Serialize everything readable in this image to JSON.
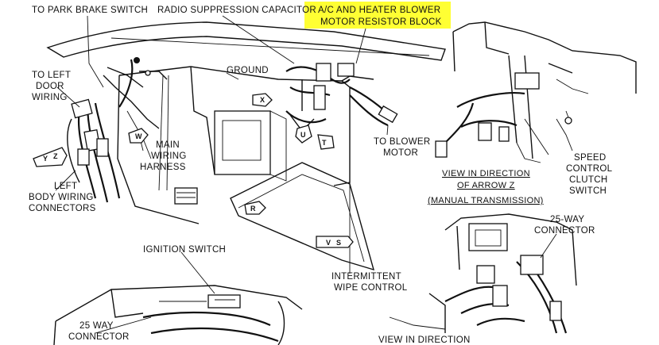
{
  "highlight": {
    "color": "#ffff33"
  },
  "labels": {
    "park_brake": "TO PARK BRAKE SWITCH",
    "radio_cap": "RADIO SUPPRESSION CAPACITOR",
    "ac_line1": "A/C AND HEATER BLOWER",
    "ac_line2": "MOTOR RESISTOR BLOCK",
    "ground": "GROUND",
    "left_door_1": "TO LEFT",
    "left_door_2": "DOOR",
    "left_door_3": "WIRING",
    "main_1": "MAIN",
    "main_2": "WIRING",
    "main_3": "HARNESS",
    "left_body_1": "LEFT",
    "left_body_2": "BODY WIRING",
    "left_body_3": "CONNECTORS",
    "blower_1": "TO BLOWER",
    "blower_2": "MOTOR",
    "view_z_1": "VIEW IN DIRECTION",
    "view_z_2": "OF ARROW Z",
    "view_z_3": "(MANUAL TRANSMISSION)",
    "speed_1": "SPEED",
    "speed_2": "CONTROL",
    "speed_3": "CLUTCH",
    "speed_4": "SWITCH",
    "way25_right_1": "25-WAY",
    "way25_right_2": "CONNECTOR",
    "ignition": "IGNITION SWITCH",
    "intermittent_1": "INTERMITTENT",
    "intermittent_2": "WIPE CONTROL",
    "way25_left_1": "25 WAY",
    "way25_left_2": "CONNECTOR",
    "view_bottom": "VIEW IN DIRECTION"
  },
  "arrows": {
    "x": "X",
    "w": "W",
    "u": "U",
    "t": "T",
    "r": "R",
    "v": "V",
    "s": "S",
    "y": "Y",
    "z": "Z"
  }
}
